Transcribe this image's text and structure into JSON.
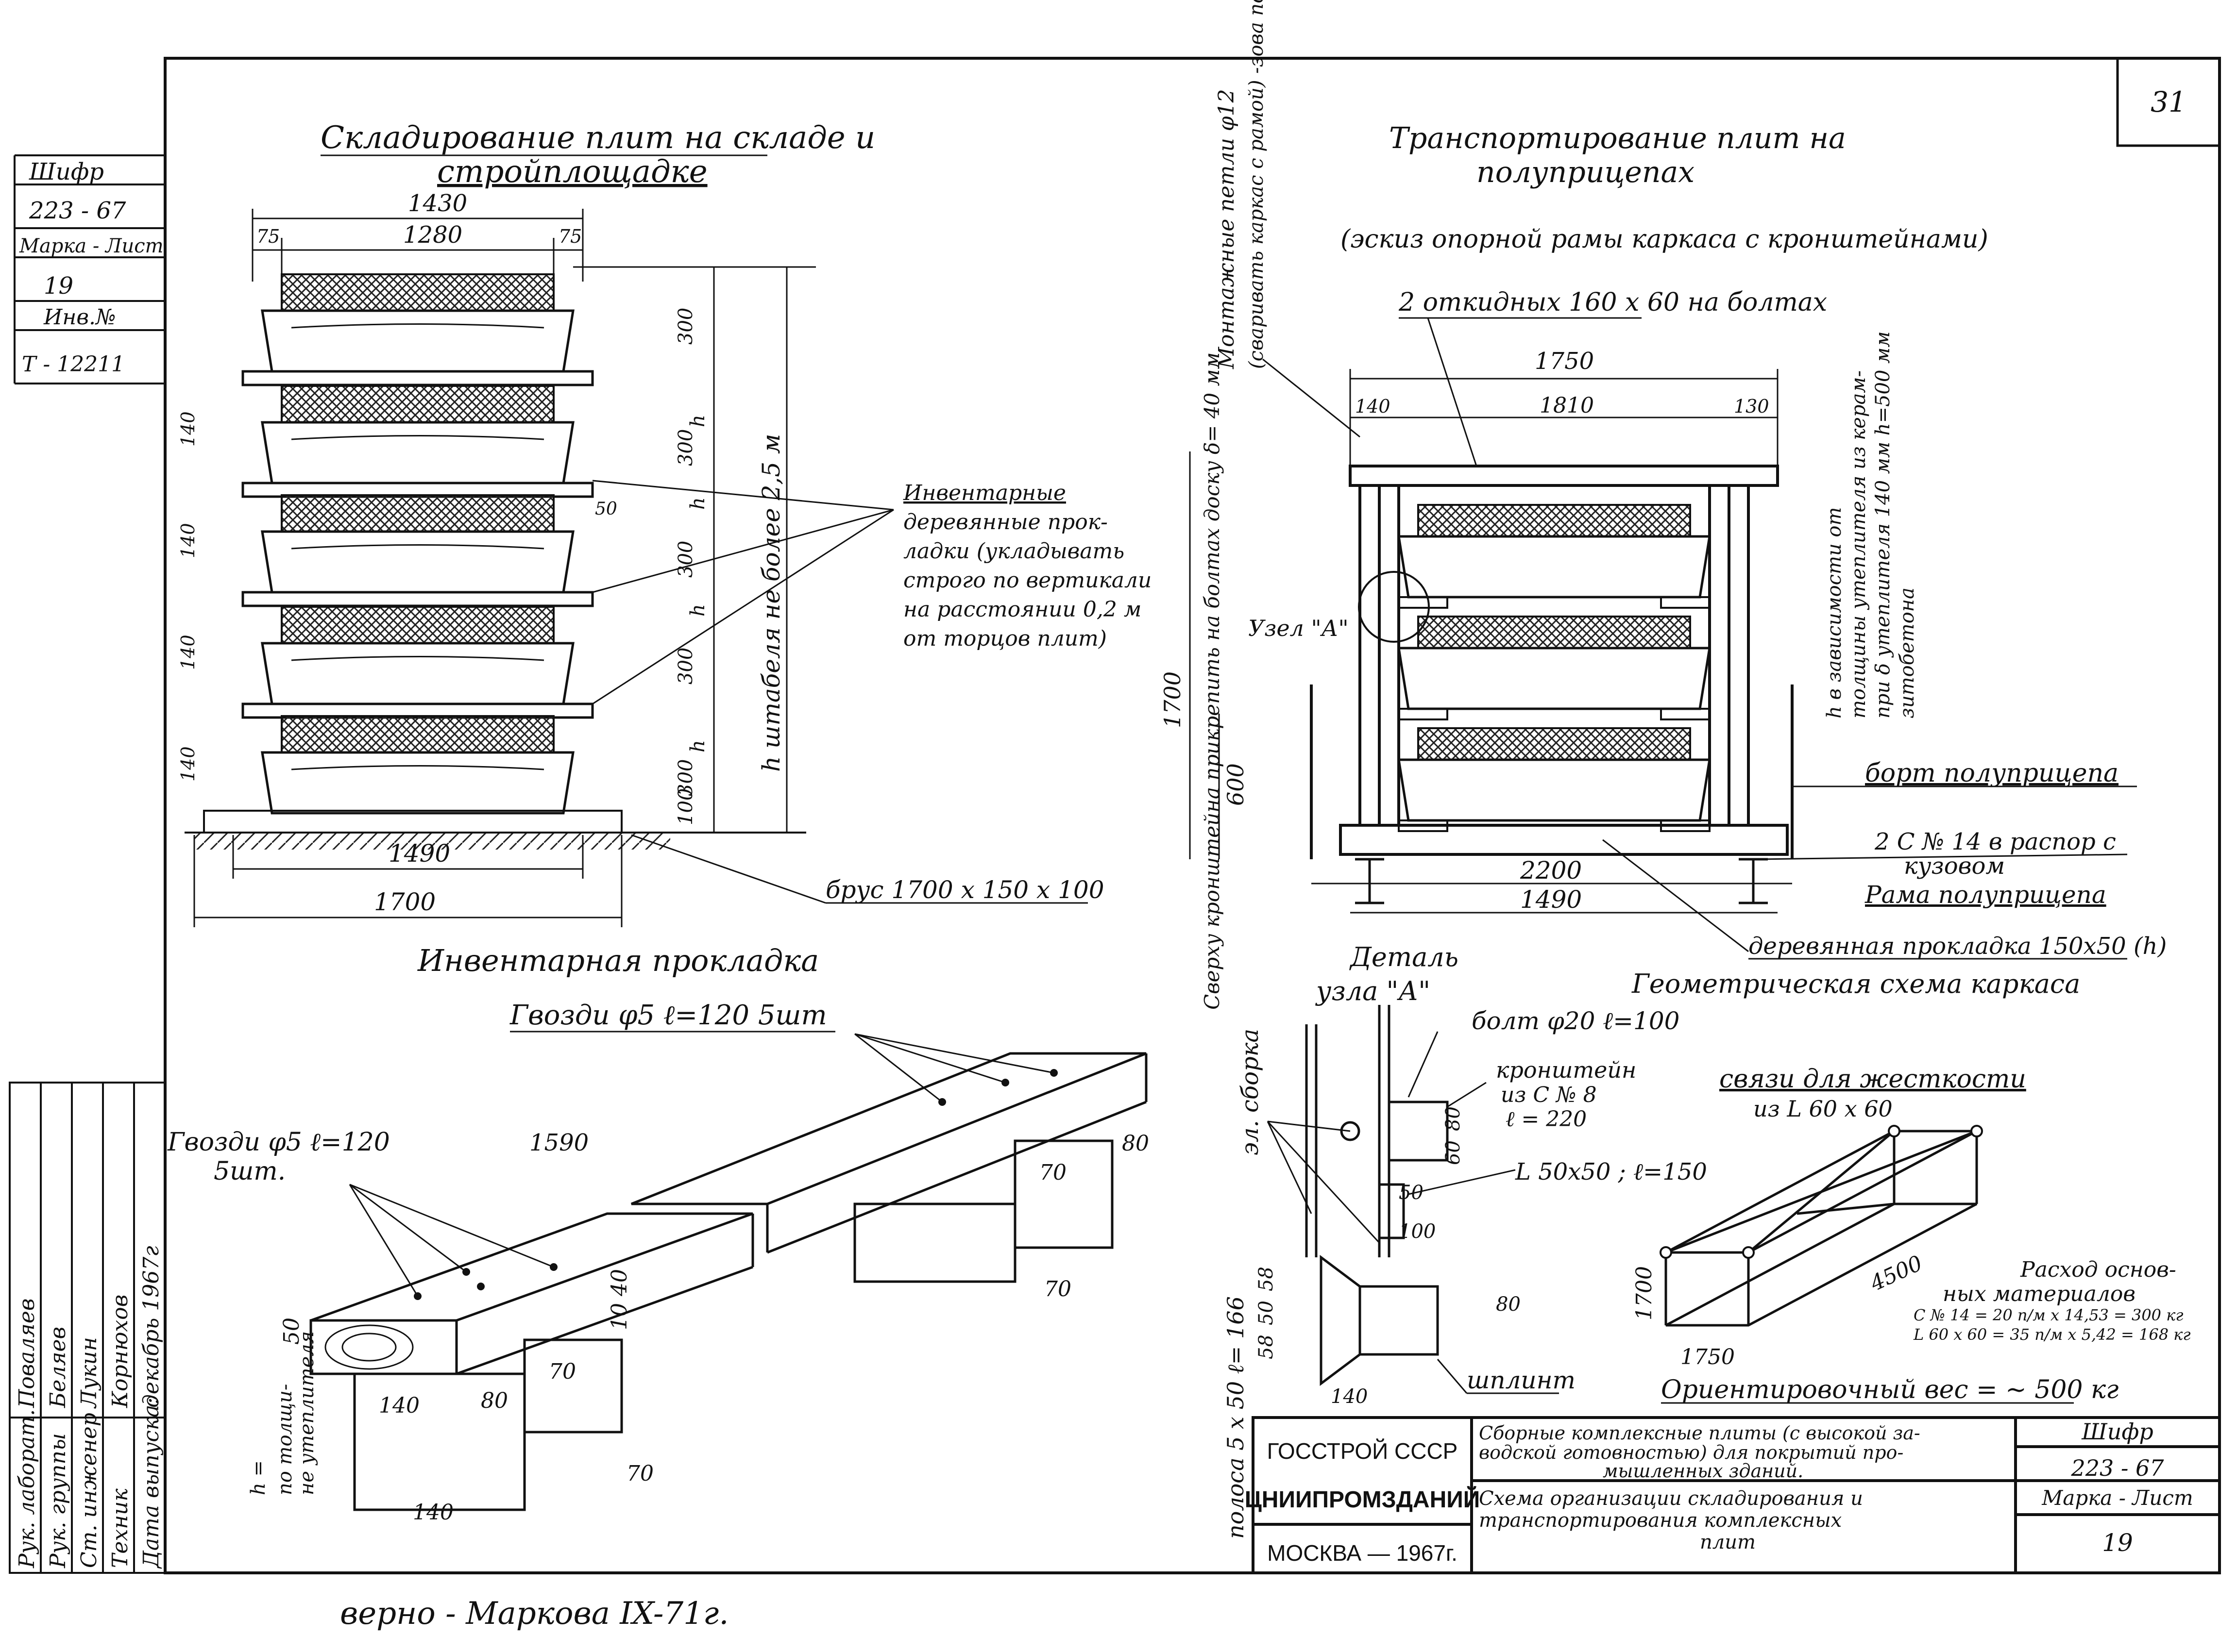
{
  "sheet_number": "31",
  "left_strip": {
    "cipher_label": "Шифр",
    "cipher_value": "223 - 67",
    "mark_sheet_label": "Марка - Лист",
    "mark_sheet_value": "19",
    "inv_label": "Инв.№",
    "inv_value": "Т - 12211"
  },
  "signatures": {
    "roles": [
      "Рук. лаборат.",
      "Рук. группы",
      "Ст. инженер",
      "Техник",
      "Дата выпуска:"
    ],
    "names": [
      "Поваляев",
      "Беляев",
      "Лукин",
      "Корнюхов",
      "декабрь 1967г"
    ]
  },
  "storage_section": {
    "title_line1": "Складирование плит на складе и",
    "title_line2": "стройплощадке",
    "dims_top": [
      "1430",
      "75",
      "1280",
      "75"
    ],
    "dims_left": [
      "140",
      "140",
      "140",
      "140"
    ],
    "dim_50": "50",
    "dims_right": [
      "300",
      "300",
      "300",
      "300",
      "300",
      "100",
      "h",
      "h",
      "h",
      "h"
    ],
    "stack_height": "h штабеля не более 2,5 м",
    "dims_bottom": [
      "1490",
      "1700"
    ],
    "pad_note_lines": [
      "Инвентарные",
      "деревянные прок-",
      "ладки (укладывать",
      "строго по вертикали",
      "на расстоянии 0,2 м",
      "от торцов плит)"
    ],
    "beam_label": "брус 1700 x 150 x 100",
    "inventory_pad": "Инвентарная прокладка"
  },
  "pad_detail": {
    "nails_top": "Гвозди φ5 ℓ=120 5шт",
    "nails_left_line1": "Гвозди φ5 ℓ=120",
    "nails_left_line2": "5шт.",
    "length": "1590",
    "dims": [
      "70",
      "80",
      "70",
      "40",
      "10",
      "50",
      "70",
      "80",
      "140",
      "70",
      "140"
    ],
    "side_note_line1": "h =",
    "side_note_line2": "по толщи-",
    "side_note_line3": "не утеплителя"
  },
  "transport_section": {
    "title_line1": "Транспортирование плит на",
    "title_line2": "полуприцепах",
    "subtitle": "(эскиз опорной рамы каркаса с кронштейнами)",
    "mount_loops": "Монтажные петли φ12",
    "weld_note": "(сваривать каркас с рамой) -зова полуприцепа",
    "angles": "2 откидных 160 x 60 на болтах",
    "dims_top": [
      "1750",
      "140",
      "1810",
      "130"
    ],
    "h_note_lines": [
      "h в зависимости от",
      "толщины утеплителя из керам-",
      "при δ утеплителя 140 мм h=500 мм",
      "зитобетона"
    ],
    "node_label": "Узел \"А\"",
    "dim_1700": "1700",
    "dim_600": "600",
    "left_note": "Сверху кронштейна прикрепить на болтах доску δ= 40 мм",
    "semi_side": "борт полуприцепа",
    "channel_label_line1": "2 С № 14 в распор с",
    "channel_label_line2": "кузовом",
    "frame_label": "Рама полуприцепа",
    "dims_bottom": [
      "2200",
      "1490"
    ],
    "wood_pad": "деревянная прокладка 150х50 (h)",
    "geometry_scheme": "Геометрическая схема каркаса"
  },
  "node_detail": {
    "title_line1": "Деталь",
    "title_line2": "узла \"А\"",
    "assembly": "эл. сборка",
    "bolt": "болт φ20 ℓ=100",
    "bracket_line1": "кронштейн",
    "bracket_line2": "из С № 8",
    "bracket_line3": "ℓ = 220",
    "angle": "L 50x50 ; ℓ=150",
    "dims": [
      "60",
      "80",
      "50",
      "100",
      "58",
      "50",
      "58",
      "140",
      "80"
    ],
    "strip": "полоса 5 x 50 ℓ= 166",
    "cotter": "шплинт"
  },
  "frame_scheme": {
    "stiffeners_line1": "связи для жесткости",
    "stiffeners_line2": "из L 60 x 60",
    "dims": [
      "1700",
      "1750",
      "4500"
    ],
    "materials_line1": "Расход основ-",
    "materials_line2": "ных материалов",
    "materials_line3": "С № 14 = 20 п/м х 14,53 = 300 кг",
    "materials_line4": "L 60 x 60 = 35 п/м х 5,42 = 168 кг",
    "weight": "Ориентировочный вес = ~ 500 кг"
  },
  "title_block": {
    "org_line1": "ГОССТРОЙ СССР",
    "org_line2": "ЦНИИПРОМЗДАНИЙ",
    "org_line3": "МОСКВА — 1967г.",
    "desc_line1": "Сборные комплексные плиты (с высокой за-",
    "desc_line2": "водской готовностью) для покрытий про-",
    "desc_line3": "мышленных зданий.",
    "scheme_line1": "Схема организации складирования и",
    "scheme_line2": "транспортирования комплексных",
    "scheme_line3": "плит",
    "cipher_label": "Шифр",
    "cipher_value": "223 - 67",
    "mark_label": "Марка - Лист",
    "mark_value": "19"
  },
  "footer": "верно - Маркова IX-71г."
}
